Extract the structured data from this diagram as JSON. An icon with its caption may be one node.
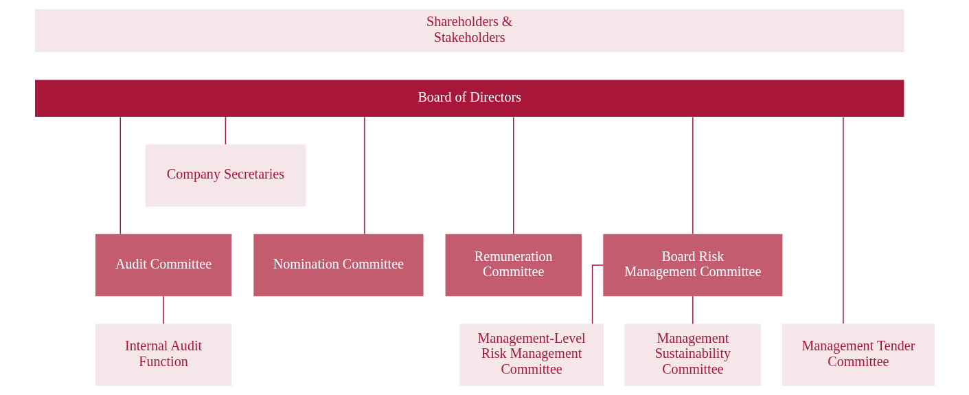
{
  "diagram": {
    "nodes": [
      {
        "text": [
          "Shareholders & Stakeholders"
        ]
      },
      {
        "text": [
          "Board of Directors"
        ]
      },
      {
        "text": [
          "Company Secretaries"
        ]
      },
      {
        "text": [
          "Audit Committee"
        ]
      },
      {
        "text": [
          "Nomination Committee"
        ]
      },
      {
        "text": [
          "Remuneration Committee"
        ]
      },
      {
        "text": [
          "Board Risk Management Committee"
        ]
      },
      {
        "text": [
          "Internal Audit Function"
        ]
      },
      {
        "text": [
          "Management Tender Committee"
        ]
      },
      {
        "text": [
          "Management-Level Risk Management Committee"
        ]
      },
      {
        "text": [
          "Management Sustainability Committee"
        ]
      }
    ],
    "edges": [
      {
        "from": 1,
        "to": 2,
        "arrow": "none"
      },
      {
        "from": 1,
        "to": 3,
        "arrow": "none"
      },
      {
        "from": 1,
        "to": 4,
        "arrow": "none"
      },
      {
        "from": 1,
        "to": 5,
        "arrow": "none"
      },
      {
        "from": 1,
        "to": 8,
        "arrow": "none"
      },
      {
        "from": 1,
        "to": 6,
        "arrow": "none"
      },
      {
        "from": 3,
        "to": 7,
        "arrow": "none"
      },
      {
        "from": 6,
        "to": 9,
        "arrow": "none"
      },
      {
        "from": 6,
        "to": 10,
        "arrow": "none"
      }
    ]
  }
}
